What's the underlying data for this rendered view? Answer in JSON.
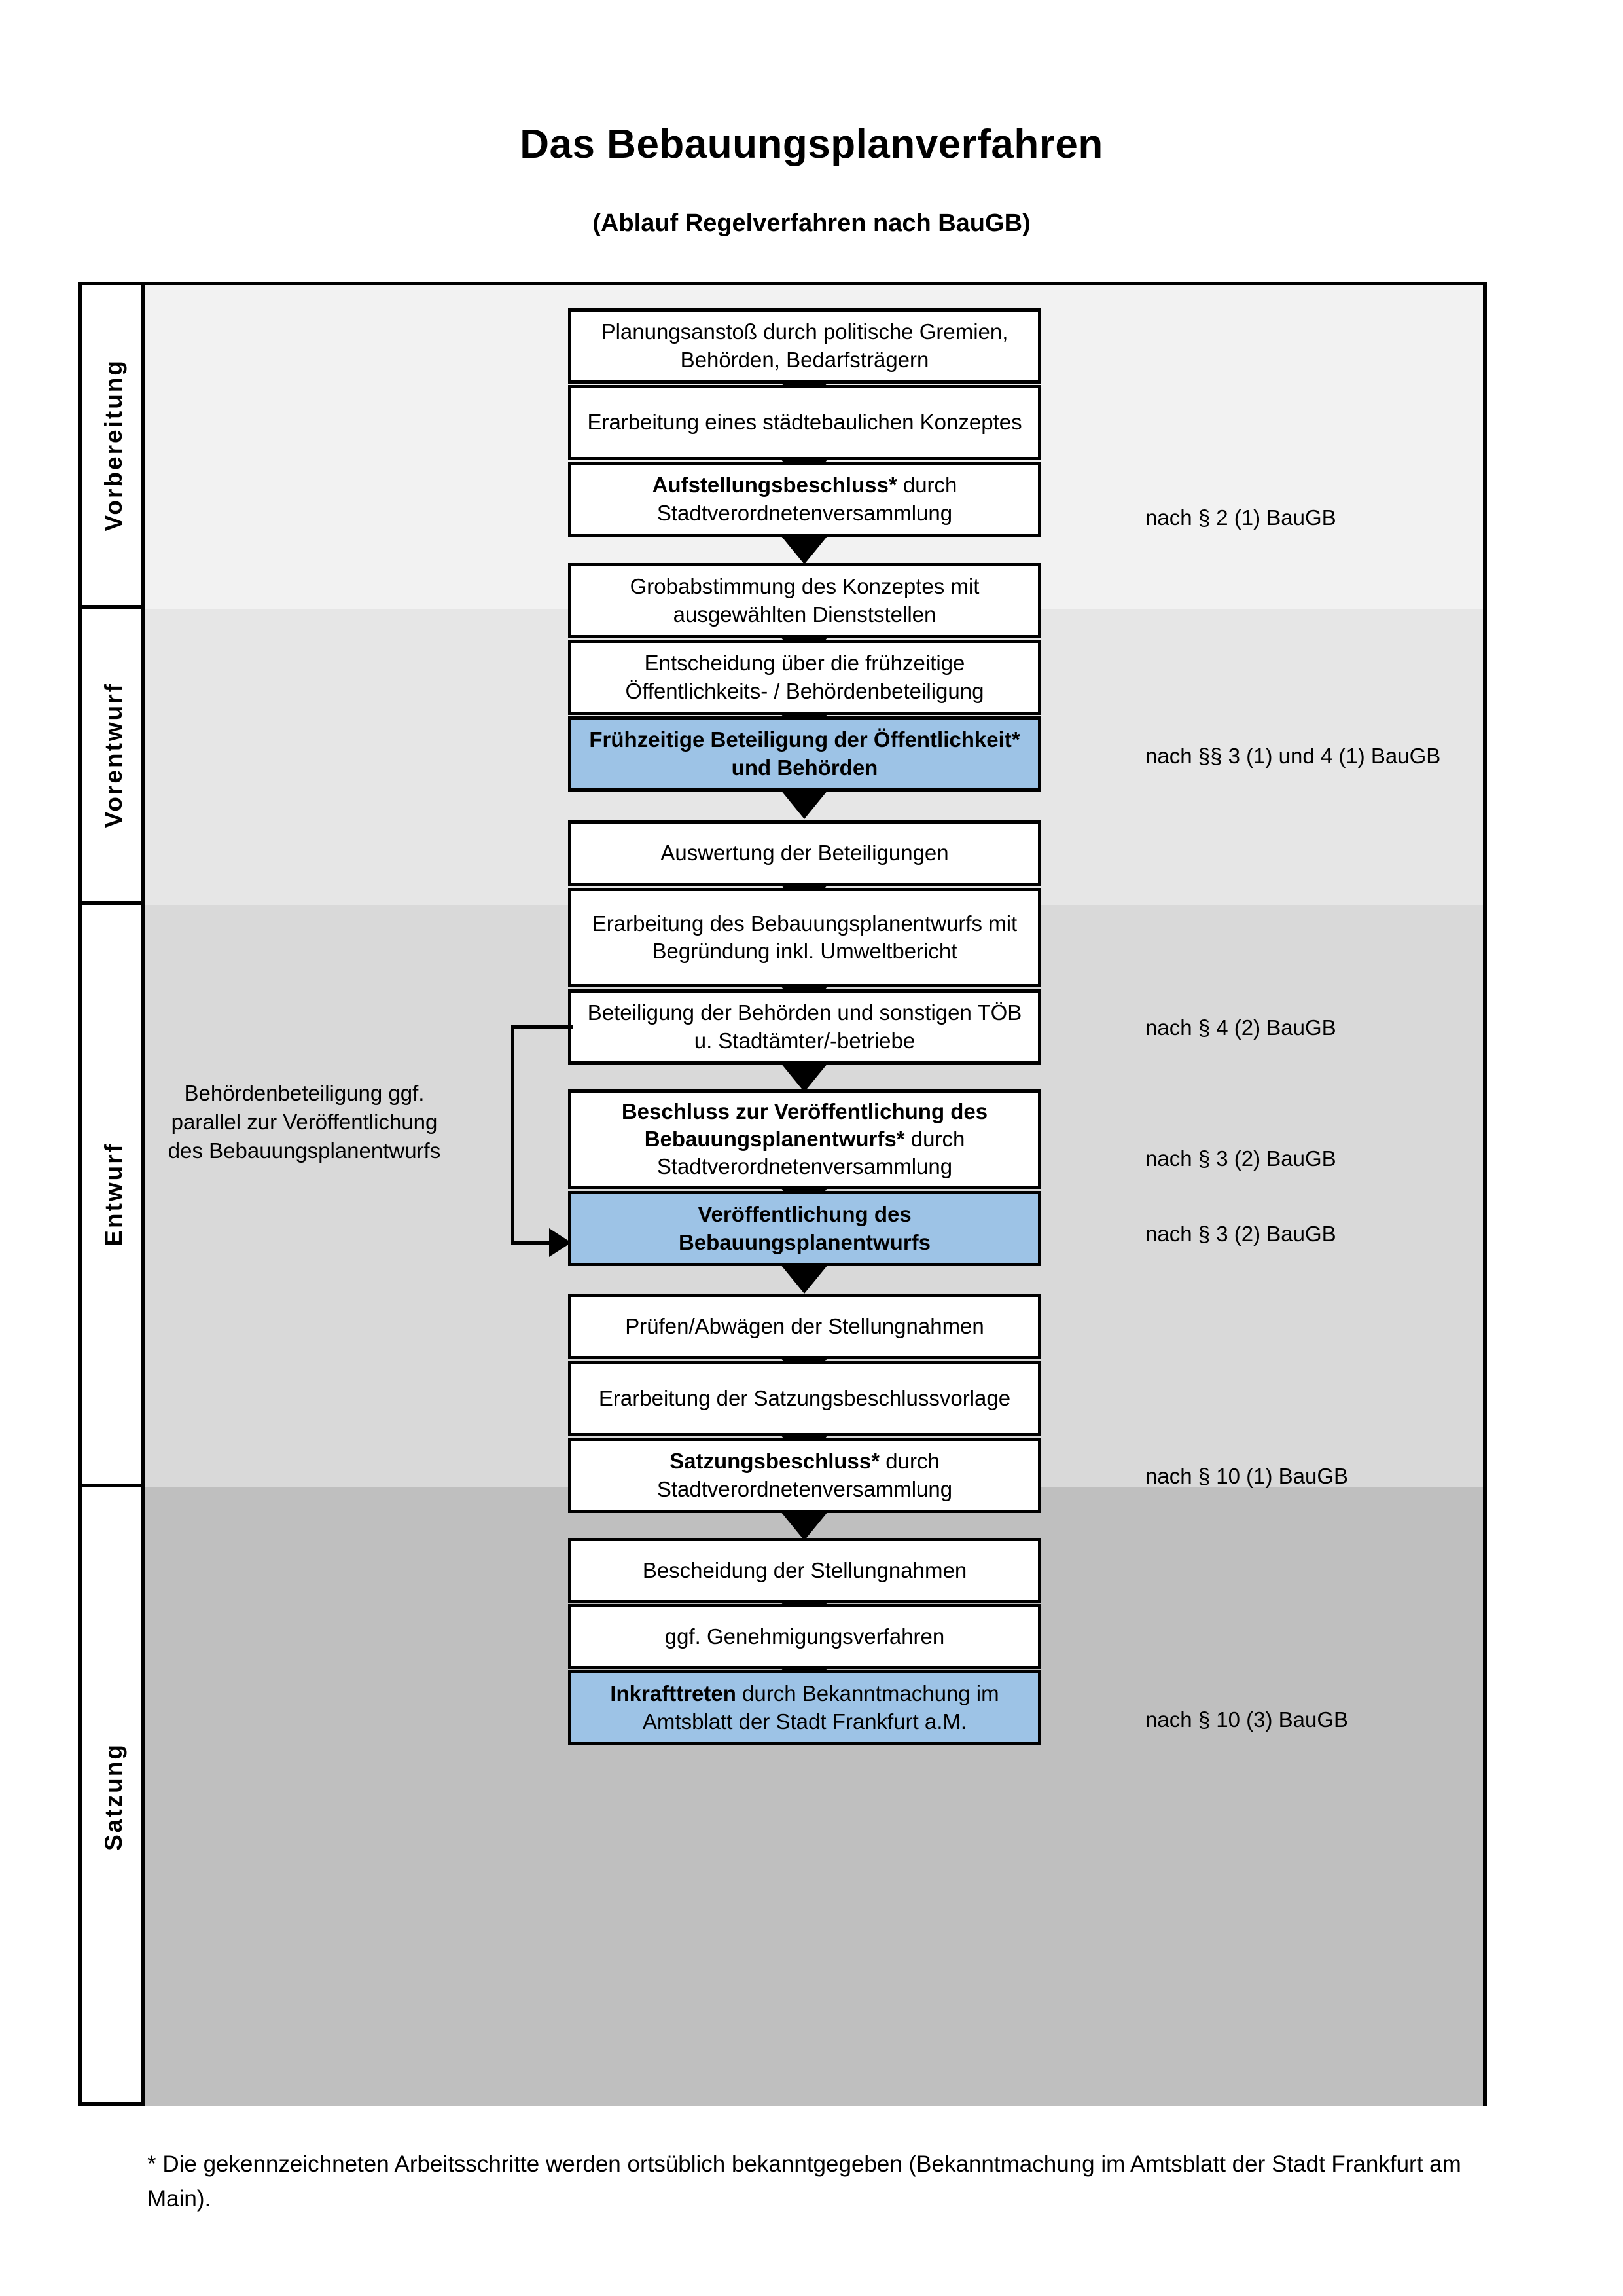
{
  "document": {
    "title": "Das Bebauungsplanverfahren",
    "subtitle": "(Ablauf Regelverfahren nach BauGB)",
    "footnote": "* Die gekennzeichneten Arbeitsschritte werden ortsüblich bekanntgegeben (Bekanntmachung im Amtsblatt  der Stadt Frankfurt am Main)."
  },
  "phases": [
    {
      "label": "Vorbereitung"
    },
    {
      "label": "Vorentwurf"
    },
    {
      "label": "Entwurf"
    },
    {
      "label": "Satzung"
    }
  ],
  "steps": [
    {
      "id": "planungsanstoss",
      "text": "Planungsanstoß durch politische Gremien, Behörden, Bedarfsträgern",
      "highlight": false,
      "bold_prefix": ""
    },
    {
      "id": "staedtebauliches-konzept",
      "text": "Erarbeitung eines städtebaulichen Konzeptes",
      "highlight": false,
      "bold_prefix": ""
    },
    {
      "id": "aufstellungsbeschluss",
      "text": "Stadtverordnetenversammlung",
      "highlight": false,
      "bold_prefix": "Aufstellungsbeschluss*",
      "bold_suffix": " durch"
    },
    {
      "id": "grobabstimmung",
      "text": "Grobabstimmung des Konzeptes mit ausgewählten Dienststellen",
      "highlight": false,
      "bold_prefix": ""
    },
    {
      "id": "entscheidung-fruehzeitige",
      "text": "Entscheidung über die frühzeitige Öffentlichkeits- / Behördenbeteiligung",
      "highlight": false,
      "bold_prefix": ""
    },
    {
      "id": "fruehzeitige-beteiligung",
      "text": "Frühzeitige Beteiligung der Öffentlichkeit* und Behörden",
      "highlight": true,
      "bold_prefix": ""
    },
    {
      "id": "auswertung-beteiligungen",
      "text": "Auswertung der Beteiligungen",
      "highlight": false,
      "bold_prefix": ""
    },
    {
      "id": "erarbeitung-entwurf",
      "text": "Erarbeitung des Bebauungsplanentwurfs mit Begründung inkl. Umweltbericht",
      "highlight": false,
      "bold_prefix": ""
    },
    {
      "id": "beteiligung-behoerden",
      "text": "Beteiligung der Behörden und sonstigen TÖB u. Stadtämter/-betriebe",
      "highlight": false,
      "bold_prefix": ""
    },
    {
      "id": "beschluss-veroeffentlichung",
      "text": "Stadtverordnetenversammlung",
      "highlight": false,
      "bold_prefix": "Beschluss zur Veröffentlichung des Bebauungsplanentwurfs*",
      "bold_suffix": " durch"
    },
    {
      "id": "veroeffentlichung",
      "text": "Veröffentlichung des Bebauungsplanentwurfs",
      "highlight": true,
      "bold_prefix": ""
    },
    {
      "id": "pruefen-abwaegen",
      "text": "Prüfen/Abwägen der Stellungnahmen",
      "highlight": false,
      "bold_prefix": ""
    },
    {
      "id": "satzungsbeschlussvorlage",
      "text": "Erarbeitung der Satzungsbeschlussvorlage",
      "highlight": false,
      "bold_prefix": ""
    },
    {
      "id": "satzungsbeschluss",
      "text": "Stadtverordnetenversammlung",
      "highlight": false,
      "bold_prefix": "Satzungsbeschluss*",
      "bold_suffix": " durch"
    },
    {
      "id": "bescheidung-stellungnahmen",
      "text": "Bescheidung der Stellungnahmen",
      "highlight": false,
      "bold_prefix": ""
    },
    {
      "id": "genehmigungsverfahren",
      "text": "ggf. Genehmigungsverfahren",
      "highlight": false,
      "bold_prefix": ""
    },
    {
      "id": "inkrafttreten",
      "text": " durch Bekanntmachung im Amtsblatt der Stadt Frankfurt a.M.",
      "highlight": true,
      "bold_prefix": "Inkrafttreten",
      "bold_suffix": ""
    }
  ],
  "legal_notes": [
    {
      "id": "note-par2-1",
      "text": "nach § 2 (1) BauGB"
    },
    {
      "id": "note-par3-4-1",
      "text": "nach §§ 3 (1) und 4 (1) BauGB"
    },
    {
      "id": "note-par4-2",
      "text": "nach § 4 (2) BauGB"
    },
    {
      "id": "note-par3-2a",
      "text": "nach § 3 (2) BauGB"
    },
    {
      "id": "note-par3-2b",
      "text": "nach § 3 (2) BauGB"
    },
    {
      "id": "note-par10-1",
      "text": "nach § 10 (1) BauGB"
    },
    {
      "id": "note-par10-3",
      "text": "nach § 10 (3) BauGB"
    }
  ],
  "side_annotation": {
    "text": "Behördenbeteiligung ggf. parallel zur Veröffentlichung des Bebauungsplanentwurfs"
  },
  "colors": {
    "highlight_blue": "#9DC3E6",
    "band_1": "#F2F2F2",
    "band_2": "#E6E6E6",
    "band_3": "#D9D9D9",
    "band_4": "#BFBFBF",
    "outline": "#000000"
  }
}
